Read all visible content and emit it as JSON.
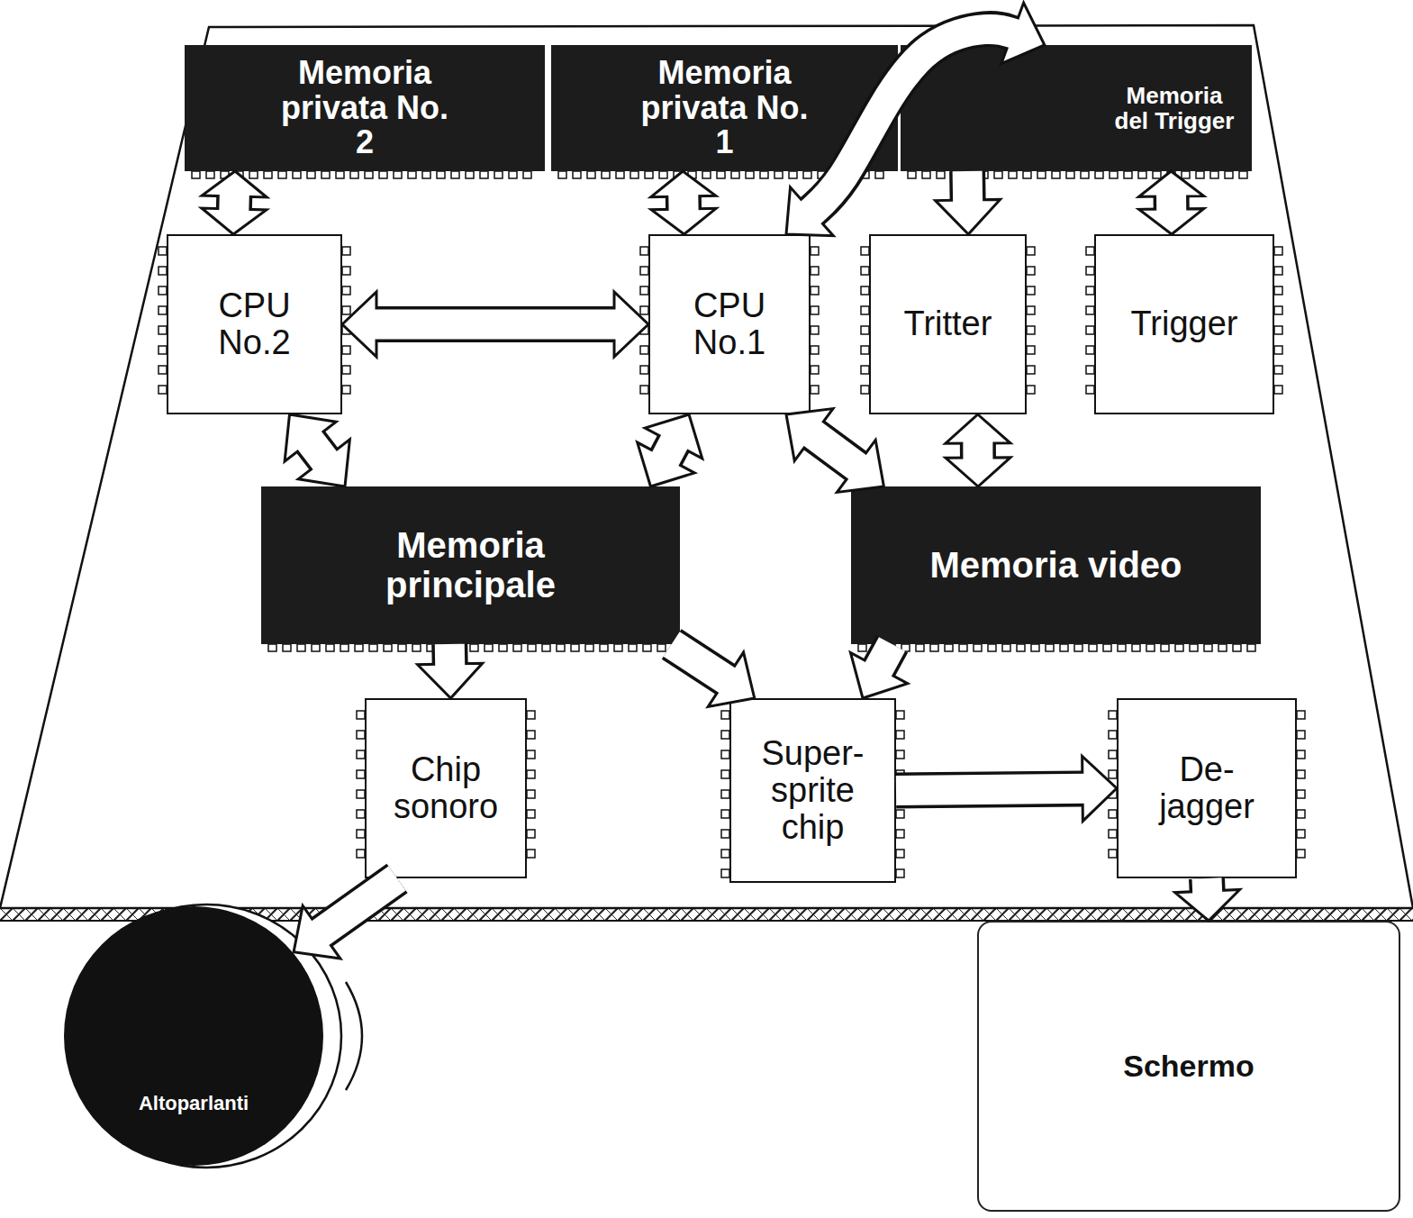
{
  "diagram": {
    "nodes": [
      {
        "text": [
          "Memoria privata No. 2"
        ]
      },
      {
        "text": [
          "Memoria privata No. 1"
        ]
      },
      {
        "text": [
          "Memoria del Trigger"
        ]
      },
      {
        "text": [
          "CPU No.2"
        ]
      },
      {
        "text": [
          "CPU No.1"
        ]
      },
      {
        "text": [
          "Tritter"
        ]
      },
      {
        "text": [
          "Trigger"
        ]
      },
      {
        "text": [
          "Memoria principale"
        ]
      },
      {
        "text": [
          "Memoria video"
        ]
      },
      {
        "text": [
          "Chip sonoro"
        ]
      },
      {
        "text": [
          "Super-sprite chip"
        ]
      },
      {
        "text": [
          "De-jagger"
        ]
      },
      {
        "text": [
          "Altoparlanti"
        ]
      },
      {
        "text": [
          "Schermo"
        ]
      }
    ],
    "edges": [
      {
        "from": 0,
        "to": 3,
        "arrow": "both"
      },
      {
        "from": 1,
        "to": 4,
        "arrow": "both"
      },
      {
        "from": 4,
        "to": 2,
        "arrow": "both"
      },
      {
        "from": 2,
        "to": 5,
        "arrow": "to"
      },
      {
        "from": 2,
        "to": 6,
        "arrow": "both"
      },
      {
        "from": 3,
        "to": 4,
        "arrow": "both"
      },
      {
        "from": 3,
        "to": 7,
        "arrow": "both"
      },
      {
        "from": 4,
        "to": 7,
        "arrow": "both"
      },
      {
        "from": 4,
        "to": 8,
        "arrow": "both"
      },
      {
        "from": 5,
        "to": 8,
        "arrow": "both"
      },
      {
        "from": 7,
        "to": 9,
        "arrow": "to"
      },
      {
        "from": 7,
        "to": 10,
        "arrow": "to"
      },
      {
        "from": 8,
        "to": 10,
        "arrow": "to"
      },
      {
        "from": 10,
        "to": 11,
        "arrow": "to"
      },
      {
        "from": 9,
        "to": 12,
        "arrow": "to"
      },
      {
        "from": 11,
        "to": 13,
        "arrow": "to"
      }
    ]
  }
}
